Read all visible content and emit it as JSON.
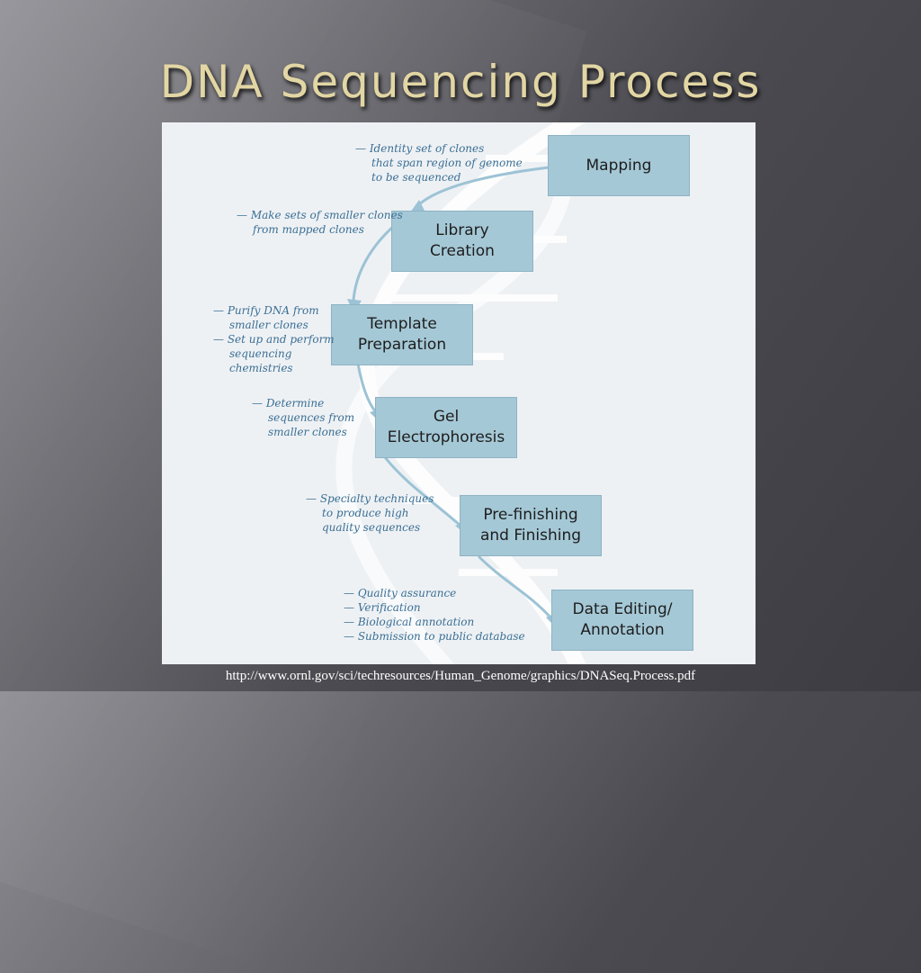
{
  "slide": {
    "title": "DNA Sequencing Process",
    "source_url": "http://www.ornl.gov/sci/techresources/Human_Genome/graphics/DNASeq.Process.pdf"
  },
  "diagram": {
    "steps": [
      {
        "label_line1": "Mapping",
        "label_line2": ""
      },
      {
        "label_line1": "Library",
        "label_line2": "Creation"
      },
      {
        "label_line1": "Template",
        "label_line2": "Preparation"
      },
      {
        "label_line1": "Gel",
        "label_line2": "Electrophoresis"
      },
      {
        "label_line1": "Pre-finishing",
        "label_line2": "and Finishing"
      },
      {
        "label_line1": "Data Editing/",
        "label_line2": "Annotation"
      }
    ],
    "notes": [
      {
        "lines": [
          "— Identity set of clones",
          "that span region of genome",
          "to be sequenced"
        ]
      },
      {
        "lines": [
          "— Make sets of smaller clones",
          "from mapped clones"
        ]
      },
      {
        "lines": [
          "— Purify DNA from",
          "smaller clones",
          "— Set up and perform",
          "sequencing",
          "chemistries"
        ]
      },
      {
        "lines": [
          "— Determine",
          "sequences from",
          "smaller clones"
        ]
      },
      {
        "lines": [
          "— Specialty techniques",
          "to produce high",
          "quality sequences"
        ]
      },
      {
        "lines": [
          "— Quality assurance",
          "— Verification",
          "— Biological annotation",
          "— Submission to public database"
        ]
      }
    ],
    "colors": {
      "box": "#a5c8d6",
      "arrow": "#9cc3d5",
      "note_text": "#3a6f94",
      "title": "#e2d6a4"
    }
  }
}
